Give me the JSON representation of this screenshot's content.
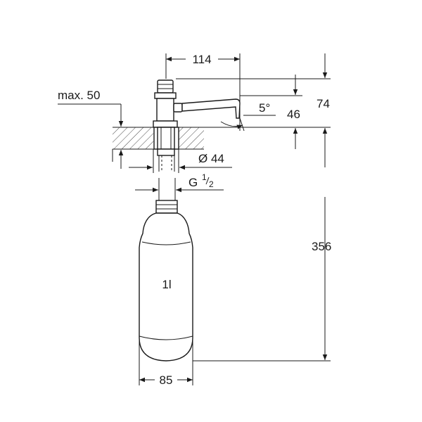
{
  "drawing": {
    "dimensions": {
      "spout_reach": "114",
      "total_height": "74",
      "spout_height": "46",
      "spout_angle": "5°",
      "max_thickness": "max. 50",
      "hole_diameter": "Ø 44",
      "thread_main": "G",
      "thread_num": "1",
      "thread_den": "2",
      "bottle_height": "356",
      "bottle_width": "85"
    },
    "bottle_volume": "1l"
  }
}
